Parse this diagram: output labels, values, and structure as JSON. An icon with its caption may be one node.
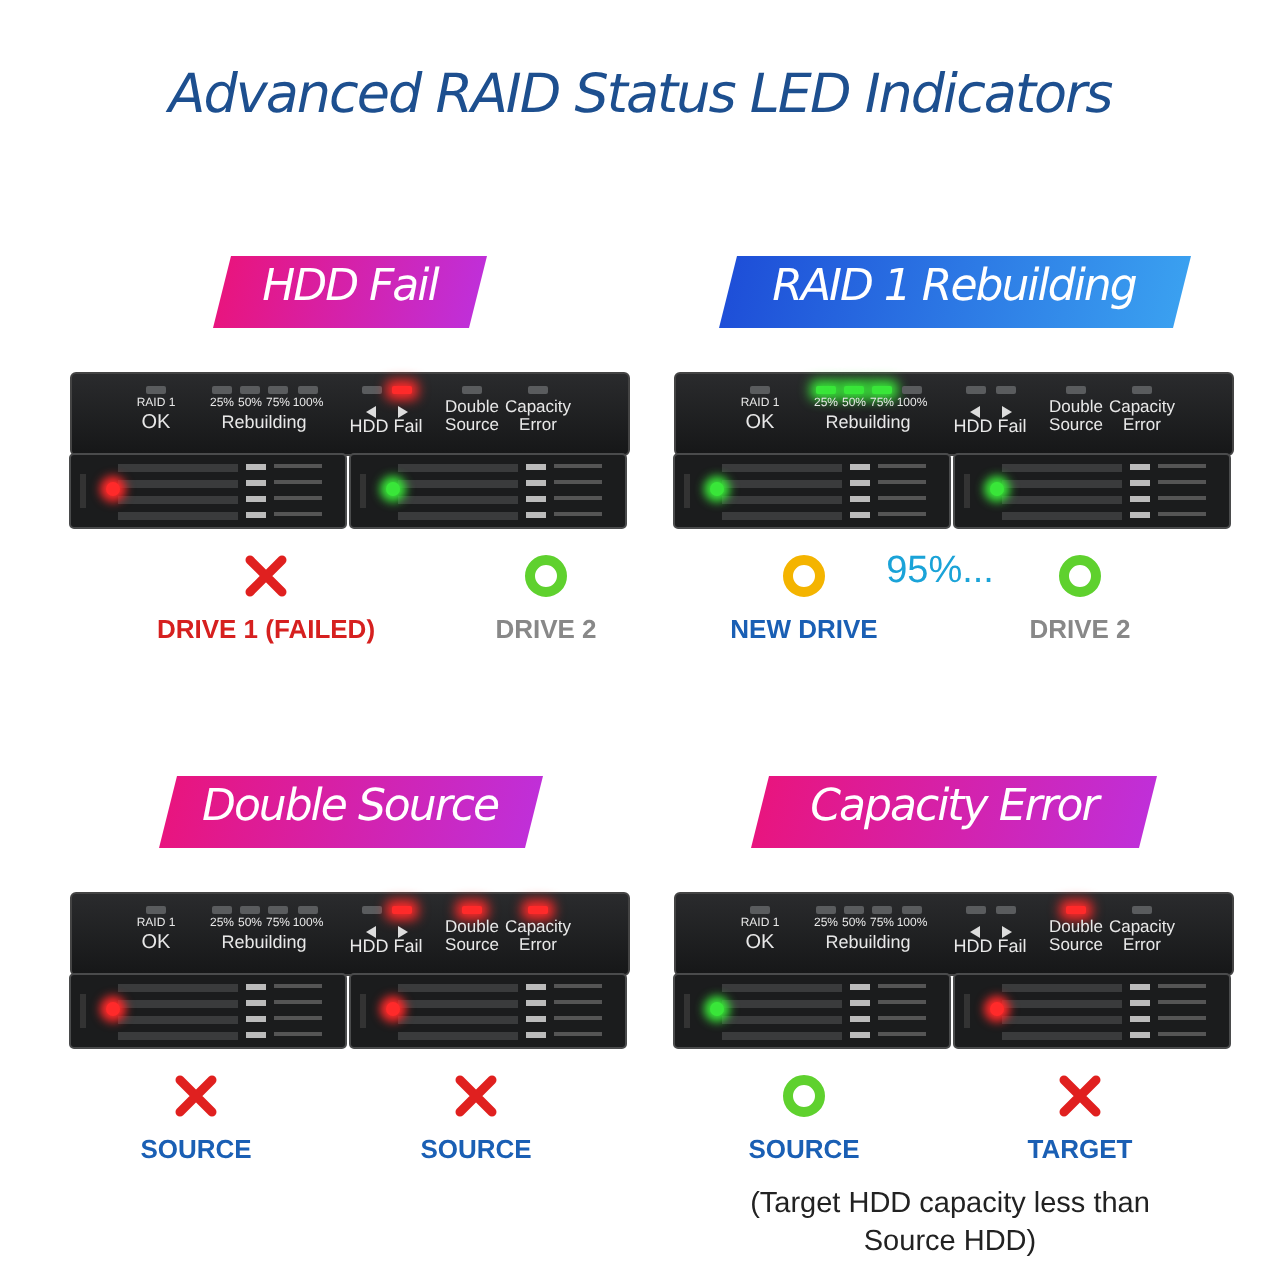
{
  "diagram": {
    "title": "Advanced RAID Status LED Indicators",
    "labels": [
      "HDD Fail",
      "RAID 1",
      "OK",
      "25%",
      "50%",
      "75%",
      "100%",
      "Rebuilding",
      "HDD Fail",
      "Double Source",
      "Capacity Error",
      "DRIVE 1 (FAILED)",
      "DRIVE 2",
      "RAID 1 Rebuilding",
      "RAID 1",
      "OK",
      "25%",
      "50%",
      "75%",
      "100%",
      "Rebuilding",
      "HDD Fail",
      "Double Source",
      "Capacity Error",
      "NEW DRIVE",
      "95%...",
      "DRIVE 2",
      "Double Source",
      "RAID 1",
      "OK",
      "25%",
      "50%",
      "75%",
      "100%",
      "Rebuilding",
      "HDD Fail",
      "Double Source",
      "Capacity Error",
      "SOURCE",
      "SOURCE",
      "Capacity Error",
      "RAID 1",
      "OK",
      "25%",
      "50%",
      "75%",
      "100%",
      "Rebuilding",
      "HDD Fail",
      "Double Source",
      "Capacity Error",
      "SOURCE",
      "TARGET",
      "(Target HDD capacity less than Source HDD)"
    ]
  }
}
